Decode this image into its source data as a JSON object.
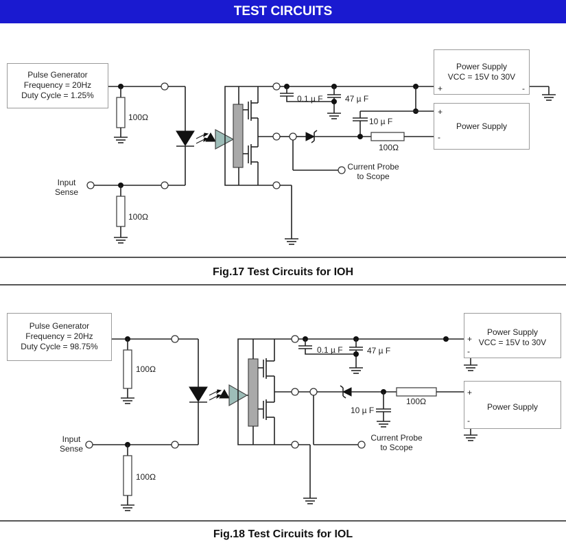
{
  "header": {
    "title": "TEST CIRCUITS"
  },
  "fig17": {
    "caption": "Fig.17 Test Circuits for IOH",
    "pulse_gen": {
      "line1": "Pulse Generator",
      "line2": "Frequency = 20Hz",
      "line3": "Duty Cycle = 1.25%"
    },
    "input_sense": {
      "line1": "Input",
      "line2": "Sense"
    },
    "r1": "100Ω",
    "r2": "100Ω",
    "r_out": "100Ω",
    "c1": "0.1 µ F",
    "c2": "47 µ F",
    "c3": "10 µ F",
    "probe": {
      "line1": "Current Probe",
      "line2": "to Scope"
    },
    "ps_top": {
      "line1": "Power Supply",
      "line2": "VCC = 15V to 30V",
      "plus": "+",
      "minus": "-"
    },
    "ps_bot": {
      "line1": "Power Supply",
      "plus": "+",
      "minus": "-"
    }
  },
  "fig18": {
    "caption": "Fig.18 Test Circuits for IOL",
    "pulse_gen": {
      "line1": "Pulse Generator",
      "line2": "Frequency = 20Hz",
      "line3": "Duty Cycle = 98.75%"
    },
    "input_sense": {
      "line1": "Input",
      "line2": "Sense"
    },
    "r1": "100Ω",
    "r2": "100Ω",
    "r_out": "100Ω",
    "c1": "0.1 µ F",
    "c2": "47 µ F",
    "c3": "10 µ F",
    "probe": {
      "line1": "Current Probe",
      "line2": "to Scope"
    },
    "ps_top": {
      "line1": "Power Supply",
      "line2": "VCC = 15V to 30V",
      "plus": "+",
      "minus": "-"
    },
    "ps_bot": {
      "line1": "Power Supply",
      "plus": "+",
      "minus": "-"
    }
  }
}
